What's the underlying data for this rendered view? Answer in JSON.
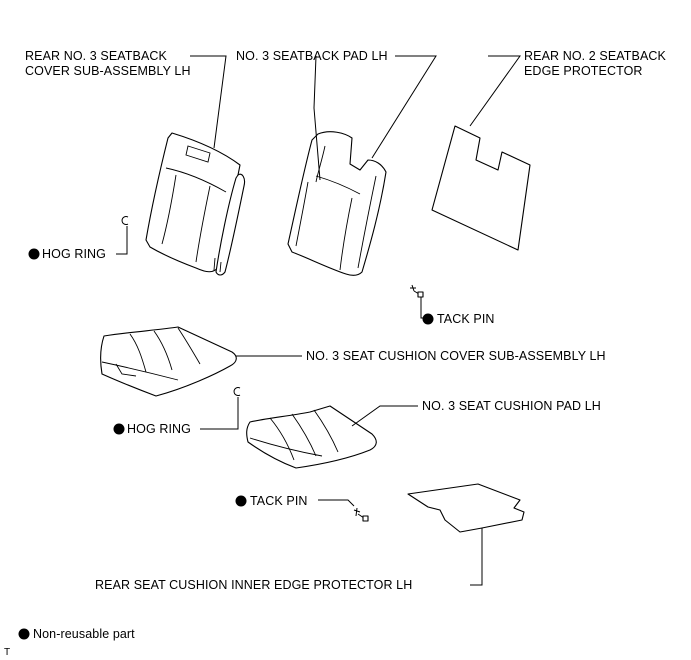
{
  "labels": {
    "rear_no3_seatback_cover_line1": "REAR NO. 3 SEATBACK",
    "rear_no3_seatback_cover_line2": "COVER SUB-ASSEMBLY LH",
    "no3_seatback_pad": "NO. 3 SEATBACK PAD LH",
    "rear_no2_seatback_edge_line1": "REAR NO. 2 SEATBACK",
    "rear_no2_seatback_edge_line2": "EDGE PROTECTOR",
    "hog_ring_upper": "HOG RING",
    "tack_pin_right": "TACK PIN",
    "no3_seat_cushion_cover": "NO. 3 SEAT CUSHION COVER SUB-ASSEMBLY LH",
    "hog_ring_lower": "HOG RING",
    "no3_seat_cushion_pad": "NO. 3 SEAT CUSHION PAD LH",
    "tack_pin_lower": "TACK PIN",
    "rear_seat_cushion_inner_edge": "REAR SEAT CUSHION INNER EDGE PROTECTOR LH"
  },
  "legend": {
    "non_reusable": "Non-reusable part"
  },
  "corner_mark": "T",
  "colors": {
    "line": "#000000",
    "background": "#ffffff"
  }
}
